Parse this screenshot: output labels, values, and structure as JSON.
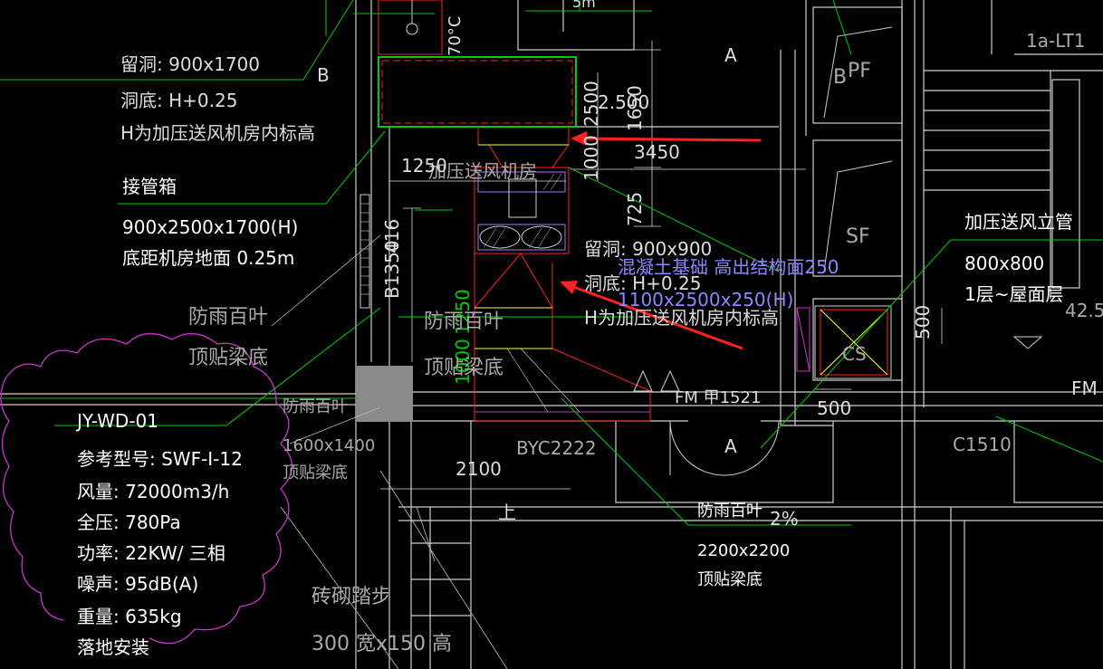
{
  "colors": {
    "background": "#000000",
    "wall": "#ffffff",
    "leader_green": "#00cc00",
    "red_duct": "#ff2020",
    "magenta_cloud": "#cc33cc",
    "dim_line": "#dddddd",
    "blue_text": "#8f86ff",
    "yellow": "#ffff33",
    "gray_block": "#8a8a8a"
  },
  "top": {
    "temp_label": "70°C",
    "partial_label": "5m"
  },
  "opening_note": {
    "line1": "留洞: 900x1700",
    "line2": "洞底: H+0.25",
    "line3": "H为加压送风机房内标高",
    "tag": "B"
  },
  "plenum": {
    "title": "接管箱",
    "size": "900x2500x1700(H)",
    "base": "底距机房地面  0.25m"
  },
  "louver_left": {
    "label": "防雨百叶",
    "sub": "顶贴梁底"
  },
  "equipment": {
    "id": "JY-WD-01",
    "model": "参考型号:  SWF-I-12",
    "airflow": "风量: 72000m3/h",
    "pressure": "全压: 780Pa",
    "power": "功率: 22KW/ 三相",
    "noise": "噪声: 95dB(A)",
    "weight": "重量: 635kg",
    "install": "落地安装"
  },
  "fan_room": {
    "name": "加压送风机房",
    "label_a": "A",
    "label_b": "B",
    "dim_1250": "1250",
    "dim_2500": "2500",
    "dim_1650": "1650",
    "dim_1000": "1000",
    "dim_3450": "3450",
    "dim_725": "725",
    "dim_b1350": "B1350",
    "dim_416": "416",
    "dim_1250v": "1250",
    "dim_1000b": "1000",
    "elev": "2.500"
  },
  "opening_note_2": {
    "line1": "留洞: 900x900",
    "line2": "洞底: H+0.25",
    "line3": "H为加压送风机房内标高",
    "concrete": "混凝土基础 高出结构面250",
    "concrete_size": "1100x2500x250(H)"
  },
  "louver_mid": {
    "label": "防雨百叶",
    "sub": "顶贴梁底"
  },
  "louver_small": {
    "label": "防雨百叶",
    "size": "1600x1400",
    "sub": "顶贴梁底"
  },
  "door_labels": {
    "fm": "FM 甲1521",
    "fm_right": "FM",
    "byc": "BYC2222",
    "c1510": "C1510",
    "dim_2100": "2100",
    "up": "上",
    "a2": "A"
  },
  "louver_bottom": {
    "label": "防雨百叶",
    "slope": "2%",
    "size": "2200x2200",
    "sub": "顶贴梁底"
  },
  "steps": {
    "label": "砖砌踏步",
    "size": "300 宽x150 高"
  },
  "shafts": {
    "pf": "PF",
    "sf": "SF",
    "pf_b": "B",
    "lt": "1a-LT1",
    "riser_title": "加压送风立管",
    "riser_size": "800x800",
    "riser_range": "1层~屋面层",
    "dim_500a": "500",
    "dim_500b": "500",
    "elev_right": "42.5",
    "cs": "CS"
  }
}
